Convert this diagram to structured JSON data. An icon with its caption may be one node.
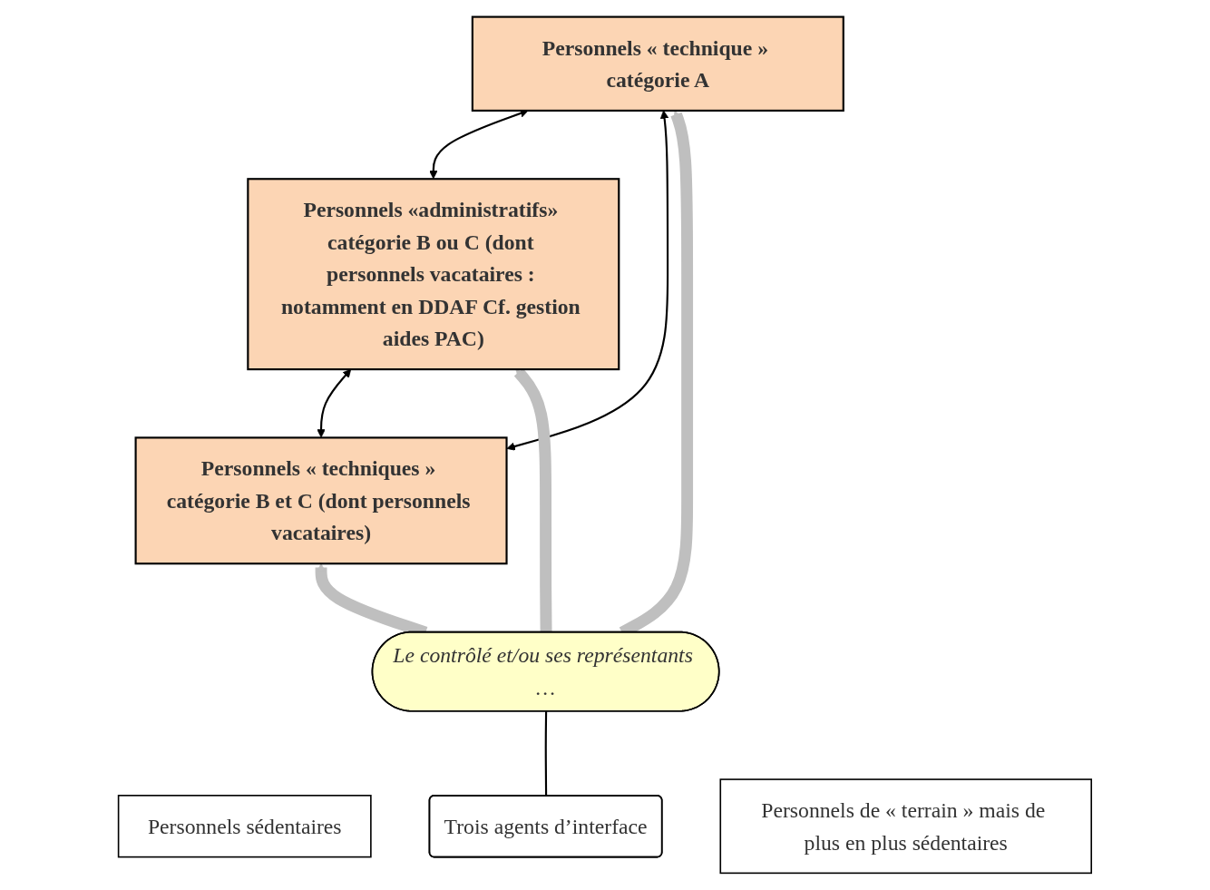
{
  "diagram": {
    "nodes": [
      {
        "text": [
          "Personnels « technique » catégorie A"
        ]
      },
      {
        "text": [
          "Personnels «administratifs» catégorie B ou C (dont personnels vacataires : notamment en DDAF Cf. gestion aides PAC)"
        ]
      },
      {
        "text": [
          "Personnels « techniques » catégorie B et C (dont personnels vacataires)"
        ]
      },
      {
        "text": [
          "Le contrôlé et/ou ses représentants …"
        ]
      },
      {
        "text": [
          "Personnels sédentaires"
        ]
      },
      {
        "text": [
          "Trois agents d’interface"
        ]
      },
      {
        "text": [
          "Personnels de « terrain » mais de plus en plus sédentaires"
        ]
      }
    ],
    "edges": [
      {
        "from": 0,
        "to": 1,
        "arrow": "both"
      },
      {
        "from": 0,
        "to": 2,
        "arrow": "both"
      },
      {
        "from": 1,
        "to": 2,
        "arrow": "both"
      },
      {
        "from": 3,
        "to": 1,
        "arrow": "to",
        "style": "thick",
        "color": "#bfbfbf"
      },
      {
        "from": 3,
        "to": 0,
        "arrow": "to",
        "style": "thick",
        "color": "#bfbfbf"
      },
      {
        "from": 3,
        "to": 2,
        "arrow": "to",
        "style": "thick",
        "color": "#bfbfbf"
      },
      {
        "from": 5,
        "to": 3,
        "arrow": "none"
      }
    ]
  }
}
